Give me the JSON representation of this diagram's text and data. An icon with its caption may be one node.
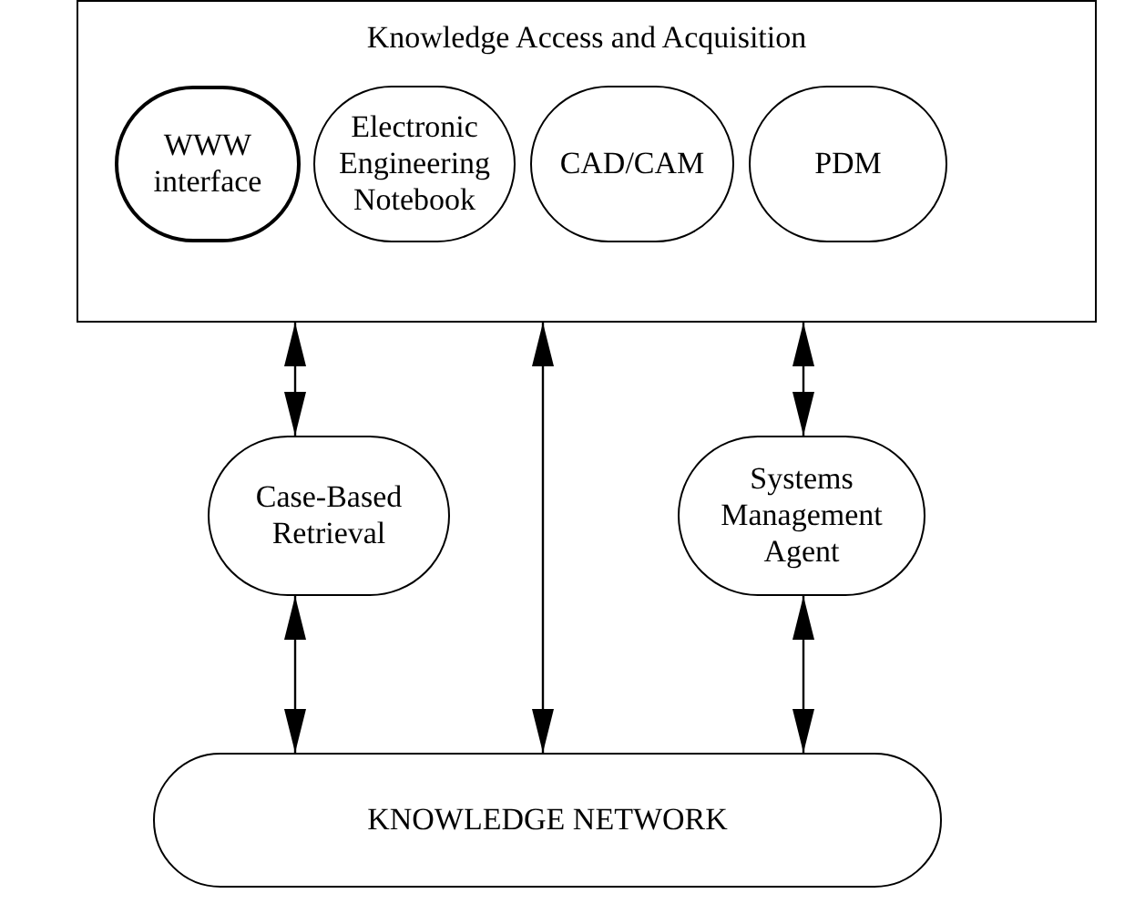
{
  "diagram": {
    "nodes": [
      {
        "text": [
          "Knowledge Access and Acquisition"
        ]
      },
      {
        "text": [
          "WWW interface"
        ],
        "in": 0
      },
      {
        "text": [
          "Electronic Engineering Notebook"
        ],
        "in": 0
      },
      {
        "text": [
          "CAD/CAM"
        ],
        "in": 0
      },
      {
        "text": [
          "PDM"
        ],
        "in": 0
      },
      {
        "text": [
          "Case-Based Retrieval"
        ]
      },
      {
        "text": [
          "Systems Management Agent"
        ]
      },
      {
        "text": [
          "KNOWLEDGE NETWORK"
        ]
      }
    ],
    "edges": [
      {
        "from": 0,
        "to": 5,
        "arrow": "both"
      },
      {
        "from": 0,
        "to": 7,
        "arrow": "both"
      },
      {
        "from": 0,
        "to": 6,
        "arrow": "both"
      },
      {
        "from": 5,
        "to": 7,
        "arrow": "both"
      },
      {
        "from": 6,
        "to": 7,
        "arrow": "both"
      }
    ]
  }
}
